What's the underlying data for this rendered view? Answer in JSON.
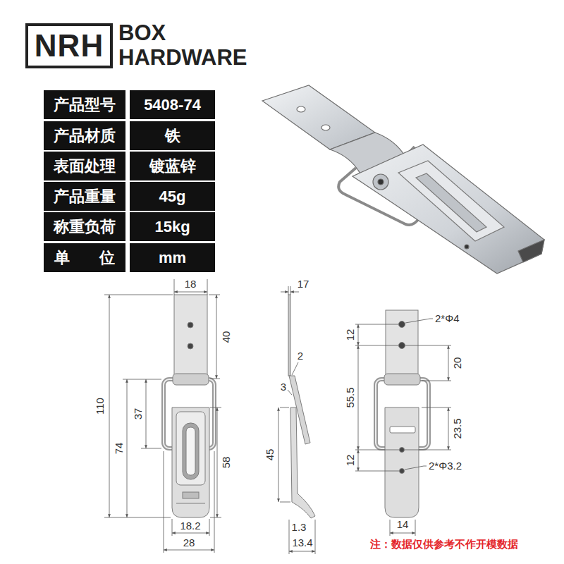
{
  "diagram": {
    "nodes": [
      {
        "text": [
          "NRH"
        ]
      }
    ],
    "labels": [
      "BOX",
      "HARDWARE",
      "产品型号",
      "5408-74",
      "产品材质",
      "铁",
      "表面处理",
      "镀蓝锌",
      "产品重量",
      "45g",
      "称重负荷",
      "15kg",
      "单 位",
      "mm",
      "18",
      "40",
      "110",
      "37",
      "74",
      "58",
      "18.2",
      "28",
      "17",
      "2",
      "3",
      "45",
      "1.3",
      "13.4",
      "2*Φ4",
      "12",
      "20",
      "55.5",
      "23.5",
      "12",
      "2*Φ3.2",
      "14",
      "注：数据仅供参考不作开模数据"
    ]
  }
}
